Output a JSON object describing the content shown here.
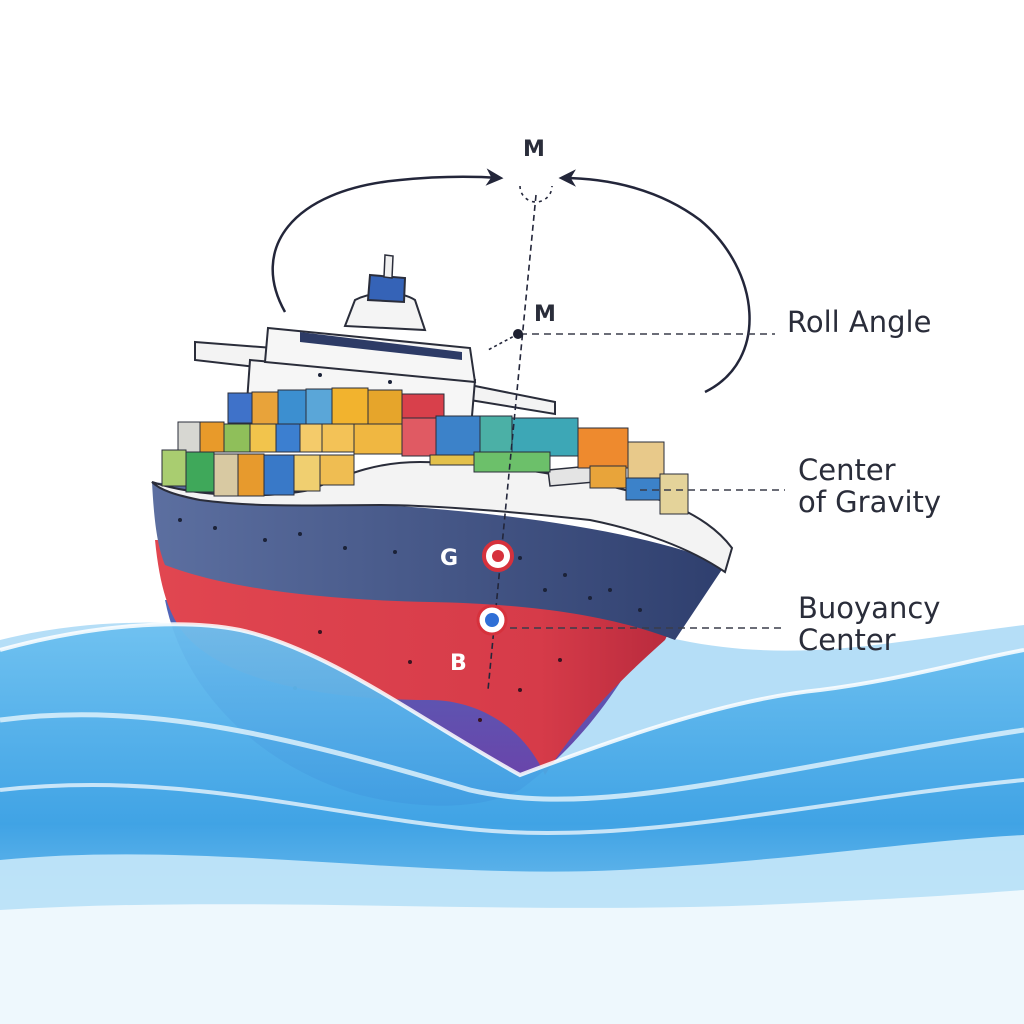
{
  "labels": {
    "metacenter_top": "M",
    "metacenter_low": "M",
    "roll_angle": "Roll Angle",
    "center_of_gravity_l1": "Center",
    "center_of_gravity_l2": "of Gravity",
    "buoyancy_l1": "Buoyancy",
    "buoyancy_l2": "Center",
    "point_g": "G",
    "point_b": "B"
  },
  "colors": {
    "hull_red": "#e5434f",
    "hull_blue": "#4a5f92",
    "deck_white": "#f2f2f2",
    "water_light": "#9fd3f3",
    "water_deep": "#2f8fd8",
    "marker_g": "#d6313c",
    "marker_b": "#2f6fd6",
    "line_dark": "#2a2d3a"
  }
}
